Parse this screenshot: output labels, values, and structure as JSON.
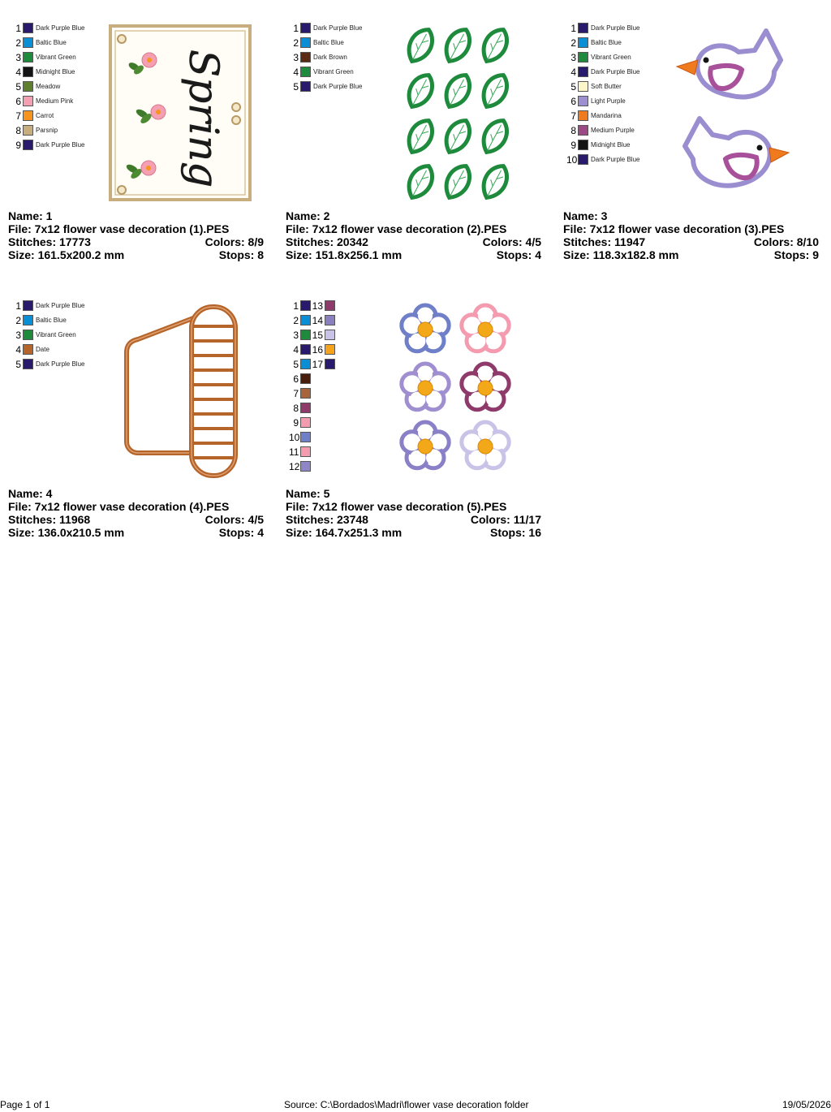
{
  "designs": [
    {
      "name_label": "Name: 1",
      "file_label": "File: 7x12 flower vase decoration (1).PES",
      "stitches_label": "Stitches: 17773",
      "colors_label": "Colors: 8/9",
      "size_label": "Size: 161.5x200.2 mm",
      "stops_label": "Stops: 8",
      "art_text": "Spring",
      "thread_list": [
        {
          "n": "1",
          "name": "Dark Purple Blue",
          "color": "#2a1a6e"
        },
        {
          "n": "2",
          "name": "Baltic Blue",
          "color": "#0a8fd6"
        },
        {
          "n": "3",
          "name": "Vibrant Green",
          "color": "#1d8a3c"
        },
        {
          "n": "4",
          "name": "Midnight Blue",
          "color": "#141414"
        },
        {
          "n": "5",
          "name": "Meadow",
          "color": "#5e7f2e"
        },
        {
          "n": "6",
          "name": "Medium Pink",
          "color": "#f4a0b2"
        },
        {
          "n": "7",
          "name": "Carrot",
          "color": "#f7941d"
        },
        {
          "n": "8",
          "name": "Parsnip",
          "color": "#c8ad7f"
        },
        {
          "n": "9",
          "name": "Dark Purple Blue",
          "color": "#2a1a6e"
        }
      ]
    },
    {
      "name_label": "Name: 2",
      "file_label": "File: 7x12 flower vase decoration (2).PES",
      "stitches_label": "Stitches: 20342",
      "colors_label": "Colors: 4/5",
      "size_label": "Size: 151.8x256.1 mm",
      "stops_label": "Stops: 4",
      "thread_list": [
        {
          "n": "1",
          "name": "Dark Purple Blue",
          "color": "#2a1a6e"
        },
        {
          "n": "2",
          "name": "Baltic Blue",
          "color": "#0a8fd6"
        },
        {
          "n": "3",
          "name": "Dark Brown",
          "color": "#5b2a12"
        },
        {
          "n": "4",
          "name": "Vibrant Green",
          "color": "#1d8a3c"
        },
        {
          "n": "5",
          "name": "Dark Purple Blue",
          "color": "#2a1a6e"
        }
      ]
    },
    {
      "name_label": "Name: 3",
      "file_label": "File: 7x12 flower vase decoration (3).PES",
      "stitches_label": "Stitches: 11947",
      "colors_label": "Colors: 8/10",
      "size_label": "Size: 118.3x182.8 mm",
      "stops_label": "Stops: 9",
      "thread_list": [
        {
          "n": "1",
          "name": "Dark Purple Blue",
          "color": "#2a1a6e"
        },
        {
          "n": "2",
          "name": "Baltic Blue",
          "color": "#0a8fd6"
        },
        {
          "n": "3",
          "name": "Vibrant Green",
          "color": "#1d8a3c"
        },
        {
          "n": "4",
          "name": "Dark Purple Blue",
          "color": "#2a1a6e"
        },
        {
          "n": "5",
          "name": "Soft Butter",
          "color": "#fdf6c8"
        },
        {
          "n": "6",
          "name": "Light Purple",
          "color": "#9e8fd0"
        },
        {
          "n": "7",
          "name": "Mandarina",
          "color": "#f07a1e"
        },
        {
          "n": "8",
          "name": "Medium Purple",
          "color": "#9c4a86"
        },
        {
          "n": "9",
          "name": "Midnight Blue",
          "color": "#141414"
        },
        {
          "n": "10",
          "name": "Dark Purple Blue",
          "color": "#2a1a6e"
        }
      ]
    },
    {
      "name_label": "Name: 4",
      "file_label": "File: 7x12 flower vase decoration (4).PES",
      "stitches_label": "Stitches: 11968",
      "colors_label": "Colors: 4/5",
      "size_label": "Size: 136.0x210.5 mm",
      "stops_label": "Stops: 4",
      "thread_list": [
        {
          "n": "1",
          "name": "Dark Purple Blue",
          "color": "#2a1a6e"
        },
        {
          "n": "2",
          "name": "Baltic Blue",
          "color": "#0a8fd6"
        },
        {
          "n": "3",
          "name": "Vibrant Green",
          "color": "#1d8a3c"
        },
        {
          "n": "4",
          "name": "Date",
          "color": "#b5642a"
        },
        {
          "n": "5",
          "name": "Dark Purple Blue",
          "color": "#2a1a6e"
        }
      ]
    },
    {
      "name_label": "Name: 5",
      "file_label": "File: 7x12 flower vase decoration (5).PES",
      "stitches_label": "Stitches: 23748",
      "colors_label": "Colors: 11/17",
      "size_label": "Size: 164.7x251.3 mm",
      "stops_label": "Stops: 16",
      "thread_list": [
        {
          "n": "1",
          "color": "#2a1a6e"
        },
        {
          "n": "2",
          "color": "#0a8fd6"
        },
        {
          "n": "3",
          "color": "#1d8a3c"
        },
        {
          "n": "4",
          "color": "#2a1a6e"
        },
        {
          "n": "5",
          "color": "#0a8fd6"
        },
        {
          "n": "6",
          "color": "#4a1e0c"
        },
        {
          "n": "7",
          "color": "#a8643a"
        },
        {
          "n": "8",
          "color": "#8e3a6a"
        },
        {
          "n": "9",
          "color": "#f49bb0"
        },
        {
          "n": "10",
          "color": "#6f7fc8"
        },
        {
          "n": "11",
          "color": "#f49bb0"
        },
        {
          "n": "12",
          "color": "#8f86c8"
        },
        {
          "n": "13",
          "color": "#8e3a6a"
        },
        {
          "n": "14",
          "color": "#8a80c0"
        },
        {
          "n": "15",
          "color": "#c9c3e8"
        },
        {
          "n": "16",
          "color": "#f5a31a"
        },
        {
          "n": "17",
          "color": "#2a1a6e"
        }
      ]
    }
  ],
  "footer": {
    "page": "Page 1 of 1",
    "source": "Source: C:\\Bordados\\Madri\\flower vase decoration folder",
    "date": "19/05/2026"
  }
}
